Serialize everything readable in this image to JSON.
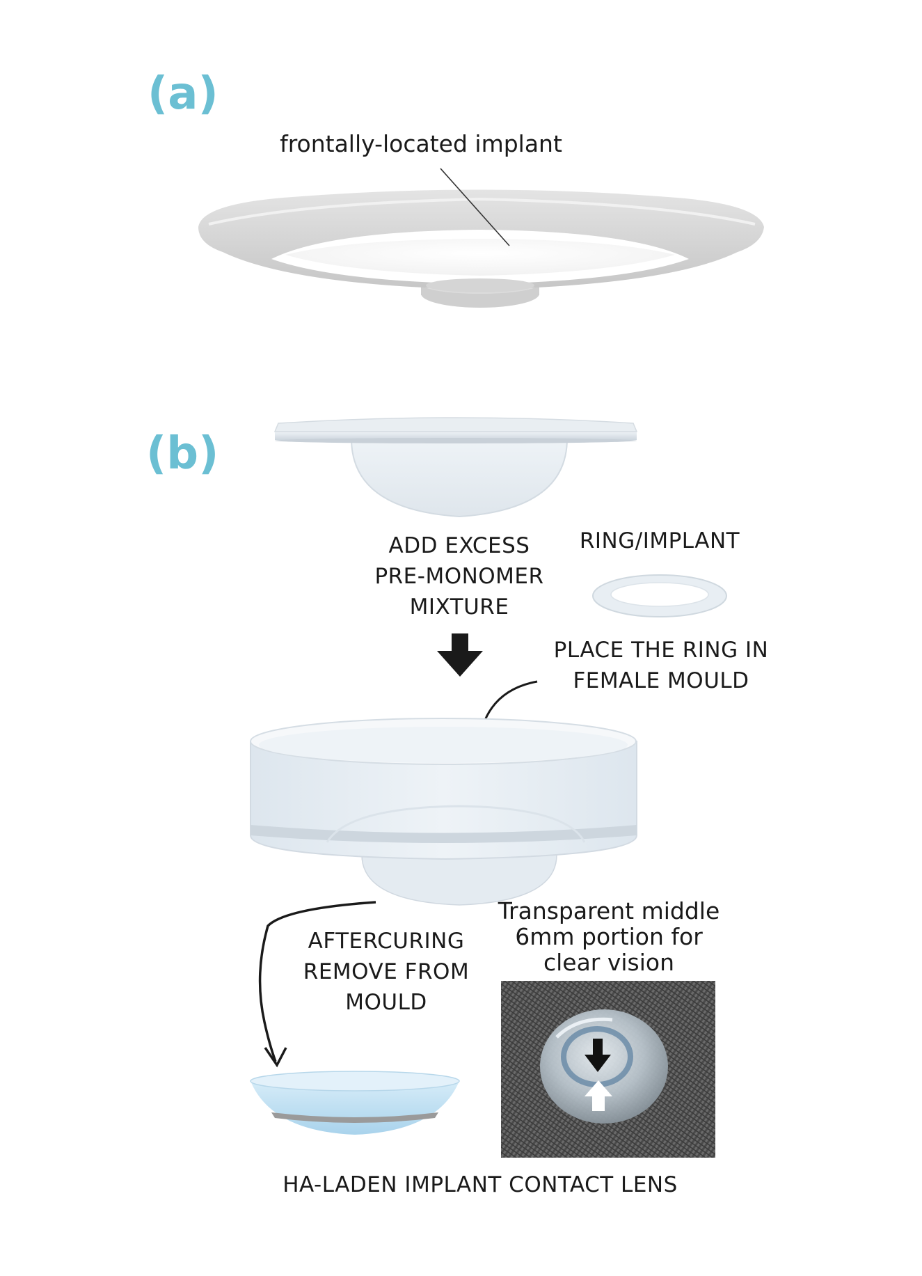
{
  "panels": {
    "a": "(a)",
    "b": "(b)"
  },
  "labels": {
    "frontal_implant": "frontally-located implant",
    "add_excess": [
      "ADD EXCESS",
      "PRE-MONOMER",
      "MIXTURE"
    ],
    "ring_implant": "RING/IMPLANT",
    "place_ring": [
      "PLACE THE RING IN",
      "FEMALE MOULD"
    ],
    "aftercuring": [
      "AFTERCURING",
      "REMOVE FROM",
      "MOULD"
    ],
    "transparent": [
      "Transparent middle",
      "6mm portion for",
      "clear vision"
    ],
    "final": "HA-LADEN IMPLANT CONTACT LENS"
  },
  "colors": {
    "panel_label": "#6bbfd3",
    "text": "#1a1a1a",
    "arrow": "#1a1a1a",
    "implant_grey": "#d0d0d0",
    "mould_blue": "#e6eef5",
    "lens_blue": "#bfe0f3"
  }
}
